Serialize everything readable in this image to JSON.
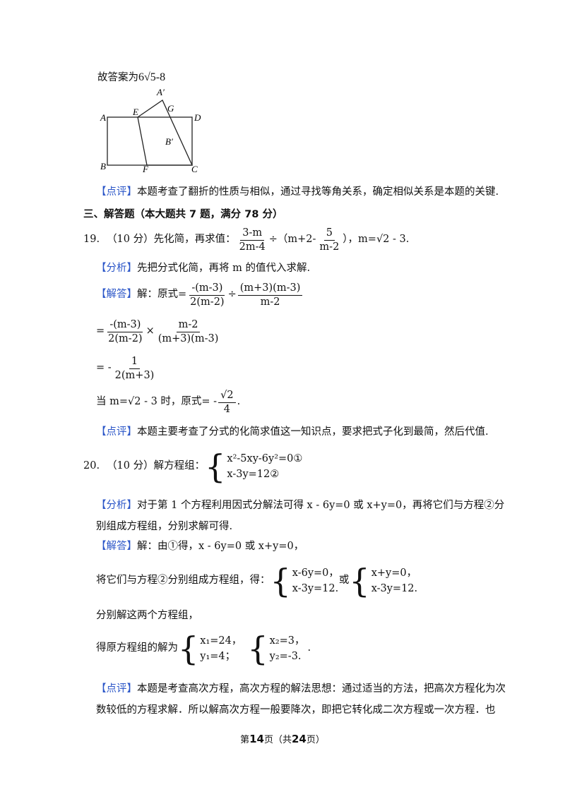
{
  "top": {
    "answer_prefix": "故答案为",
    "answer_value": "6√5-8"
  },
  "figure": {
    "labels": {
      "A": "A",
      "Aprime": "A′",
      "E": "E",
      "G": "G",
      "D": "D",
      "Bprime": "B′",
      "B": "B",
      "F": "F",
      "C": "C"
    }
  },
  "tags": {
    "dianping": "【点评】",
    "fenxi": "【分析】",
    "jieda": "【解答】"
  },
  "review_18": "本题考查了翻折的性质与相似，通过寻找等角关系，确定相似关系是本题的关键.",
  "section_title": "三、解答题（本大题共 7 题，满分 78 分）",
  "q19": {
    "number": "19.",
    "score": "（10 分）先化简，再求值：",
    "frac1_num": "3-m",
    "frac1_den": "2m-4",
    "div_part": "÷（m+2-",
    "frac2_num": "5",
    "frac2_den": "m-2",
    "tail": "），m=√2 - 3.",
    "analysis": "先把分式化简，再将 m 的值代入求解.",
    "sol_prefix": "解：原式=",
    "s1_a_num": "-(m-3)",
    "s1_a_den": "2(m-2)",
    "s1_op": "÷",
    "s1_b_num": "(m+3)(m-3)",
    "s1_b_den": "m-2",
    "s2_eq": "=",
    "s2_a_num": "-(m-3)",
    "s2_a_den": "2(m-2)",
    "s2_op": "×",
    "s2_b_num": "m-2",
    "s2_b_den": "(m+3)(m-3)",
    "s3_eq": "= -",
    "s3_num": "1",
    "s3_den": "2(m+3)",
    "when": "当 m=√2 - 3 时，原式= -",
    "final_num": "√2",
    "final_den": "4",
    "final_end": ".",
    "review": "本题主要考查了分式的化简求值这一知识点，要求把式子化到最简，然后代值."
  },
  "q20": {
    "number": "20.",
    "score": "（10 分）解方程组：",
    "eq1": "x²-5xy-6y²=0①",
    "eq2": "x-3y=12②",
    "analysis_l1": "对于第 1 个方程利用因式分解法可得 x - 6y=0 或 x+y=0，再将它们与方程②分",
    "analysis_l2": "别组成方程组，分别求解可得.",
    "sol_l1": "解：由①得，x - 6y=0 或 x+y=0，",
    "sol_l2_prefix": "将它们与方程②分别组成方程组，得：",
    "sysA1": "x-6y=0，",
    "sysA2": "x-3y=12.",
    "or": "或",
    "sysB1": "x+y=0，",
    "sysB2": "x-3y=12.",
    "sol_l3": "分别解这两个方程组，",
    "sol_l4_prefix": "得原方程组的解为",
    "solA1": "x₁=24，",
    "solA2": "y₁=4；",
    "solB1": "x₂=3，",
    "solB2": "y₂=-3.",
    "sol_end": ".",
    "review_l1": "本题是考查高次方程，高次方程的解法思想：通过适当的方法，把高次方程化为次",
    "review_l2": "数较低的方程求解．所以解高次方程一般要降次，即把它转化成二次方程或一次方程．也"
  },
  "footer": {
    "pre": "第",
    "page": "14",
    "mid": "页（共",
    "total": "24",
    "post": "页）"
  }
}
